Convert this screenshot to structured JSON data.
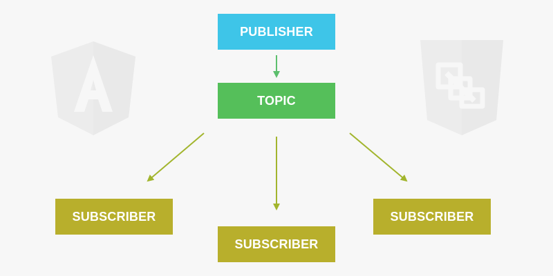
{
  "colors": {
    "background": "#f7f7f7",
    "publisher": "#3ec5e8",
    "topic": "#55bf5a",
    "subscriber": "#b8af2c",
    "arrow_green": "#5cbf6d",
    "arrow_olive": "#a2b52d",
    "logo_gray": "#ececec"
  },
  "icons": {
    "left_logo": "angular-shield-icon",
    "right_logo": "html5-shield-icon"
  },
  "diagram": {
    "publisher": {
      "label": "PUBLISHER"
    },
    "topic": {
      "label": "TOPIC"
    },
    "subscribers": [
      {
        "label": "SUBSCRIBER"
      },
      {
        "label": "SUBSCRIBER"
      },
      {
        "label": "SUBSCRIBER"
      }
    ]
  }
}
